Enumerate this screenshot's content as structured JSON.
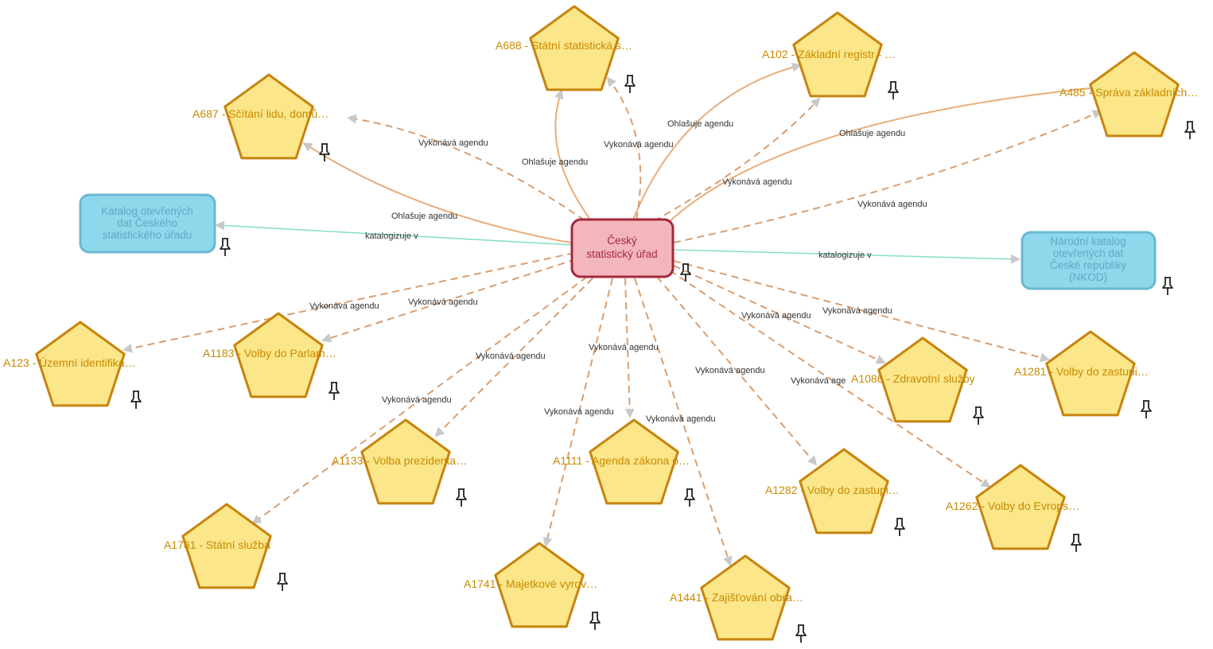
{
  "colors": {
    "pentagon_fill": "#fbe68a",
    "pentagon_stroke": "#c7840d",
    "center_fill": "#f4b6bd",
    "center_stroke": "#a2283a",
    "catalog_fill": "#8ed8ec",
    "catalog_stroke": "#6ab8d2",
    "orange_edge": "#e9ad7a",
    "dashed_edge": "#d99e70",
    "teal_edge": "#86e0c5",
    "arrow": "#c8c8c8"
  },
  "center": {
    "label_line1": "Český",
    "label_line2": "statistický úřad"
  },
  "catalogs": {
    "left": {
      "line1": "Katalog otevřených",
      "line2": "dat Českého",
      "line3": "statistického úřadu"
    },
    "right": {
      "line1": "Národní katalog",
      "line2": "otevřených dat",
      "line3": "České republiky",
      "line4": "(NKOD)"
    }
  },
  "agendas": {
    "a688": "A688 - Státní statistická s…",
    "a102": "A102 - Základní registr - …",
    "a687": "A687 - Sčítání lidu, domů…",
    "a485": "A485 - Správa základních…",
    "a123": "A123 - Územní identifika…",
    "a1183": "A1183 - Volby do Parlam…",
    "a1086": "A1086 - Zdravotní služby",
    "a1281": "A1281 - Volby do zastupi…",
    "a1133": "A1133 - Volba prezidenta…",
    "a1111": "A1111 - Agenda zákona o…",
    "a1282": "A1282 - Volby do zastupi…",
    "a1262": "A1262 - Volby do Evrops…",
    "a1761": "A1761 - Státní služba",
    "a1741": "A1741 - Majetkové vyrov…",
    "a1441": "A1441 - Zajišťování obra…"
  },
  "edge_labels": {
    "announces": "Ohlašuje agendu",
    "performs": "Vykonává agendu",
    "catalogs": "katalogizuje v",
    "performs_partial": "Vykonává age"
  }
}
